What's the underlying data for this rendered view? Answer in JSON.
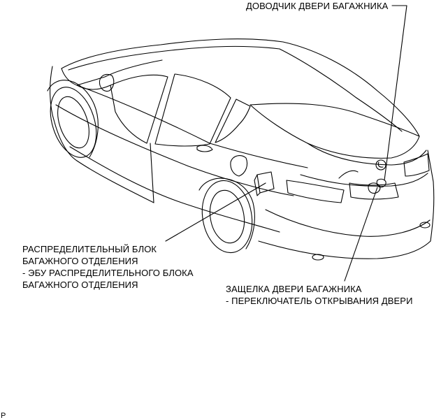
{
  "callouts": {
    "closer": {
      "line1": "ДОВОДЧИК ДВЕРИ БАГАЖНИКА"
    },
    "ecu": {
      "line1": "РАСПРЕДЕЛИТЕЛЬНЫЙ БЛОК",
      "line2": "БАГАЖНОГО ОТДЕЛЕНИЯ",
      "line3": "- ЭБУ РАСПРЕДЕЛИТЕЛЬНОГО БЛОКА",
      "line4": "БАГАЖНОГО ОТДЕЛЕНИЯ"
    },
    "latch": {
      "line1": "ЗАЩЕЛКА ДВЕРИ БАГАЖНИКА",
      "line2": "- ПЕРЕКЛЮЧАТЕЛЬ ОТКРЫВАНИЯ ДВЕРИ"
    }
  },
  "page_code": "P",
  "colors": {
    "line": "#000000",
    "background": "#ffffff"
  }
}
